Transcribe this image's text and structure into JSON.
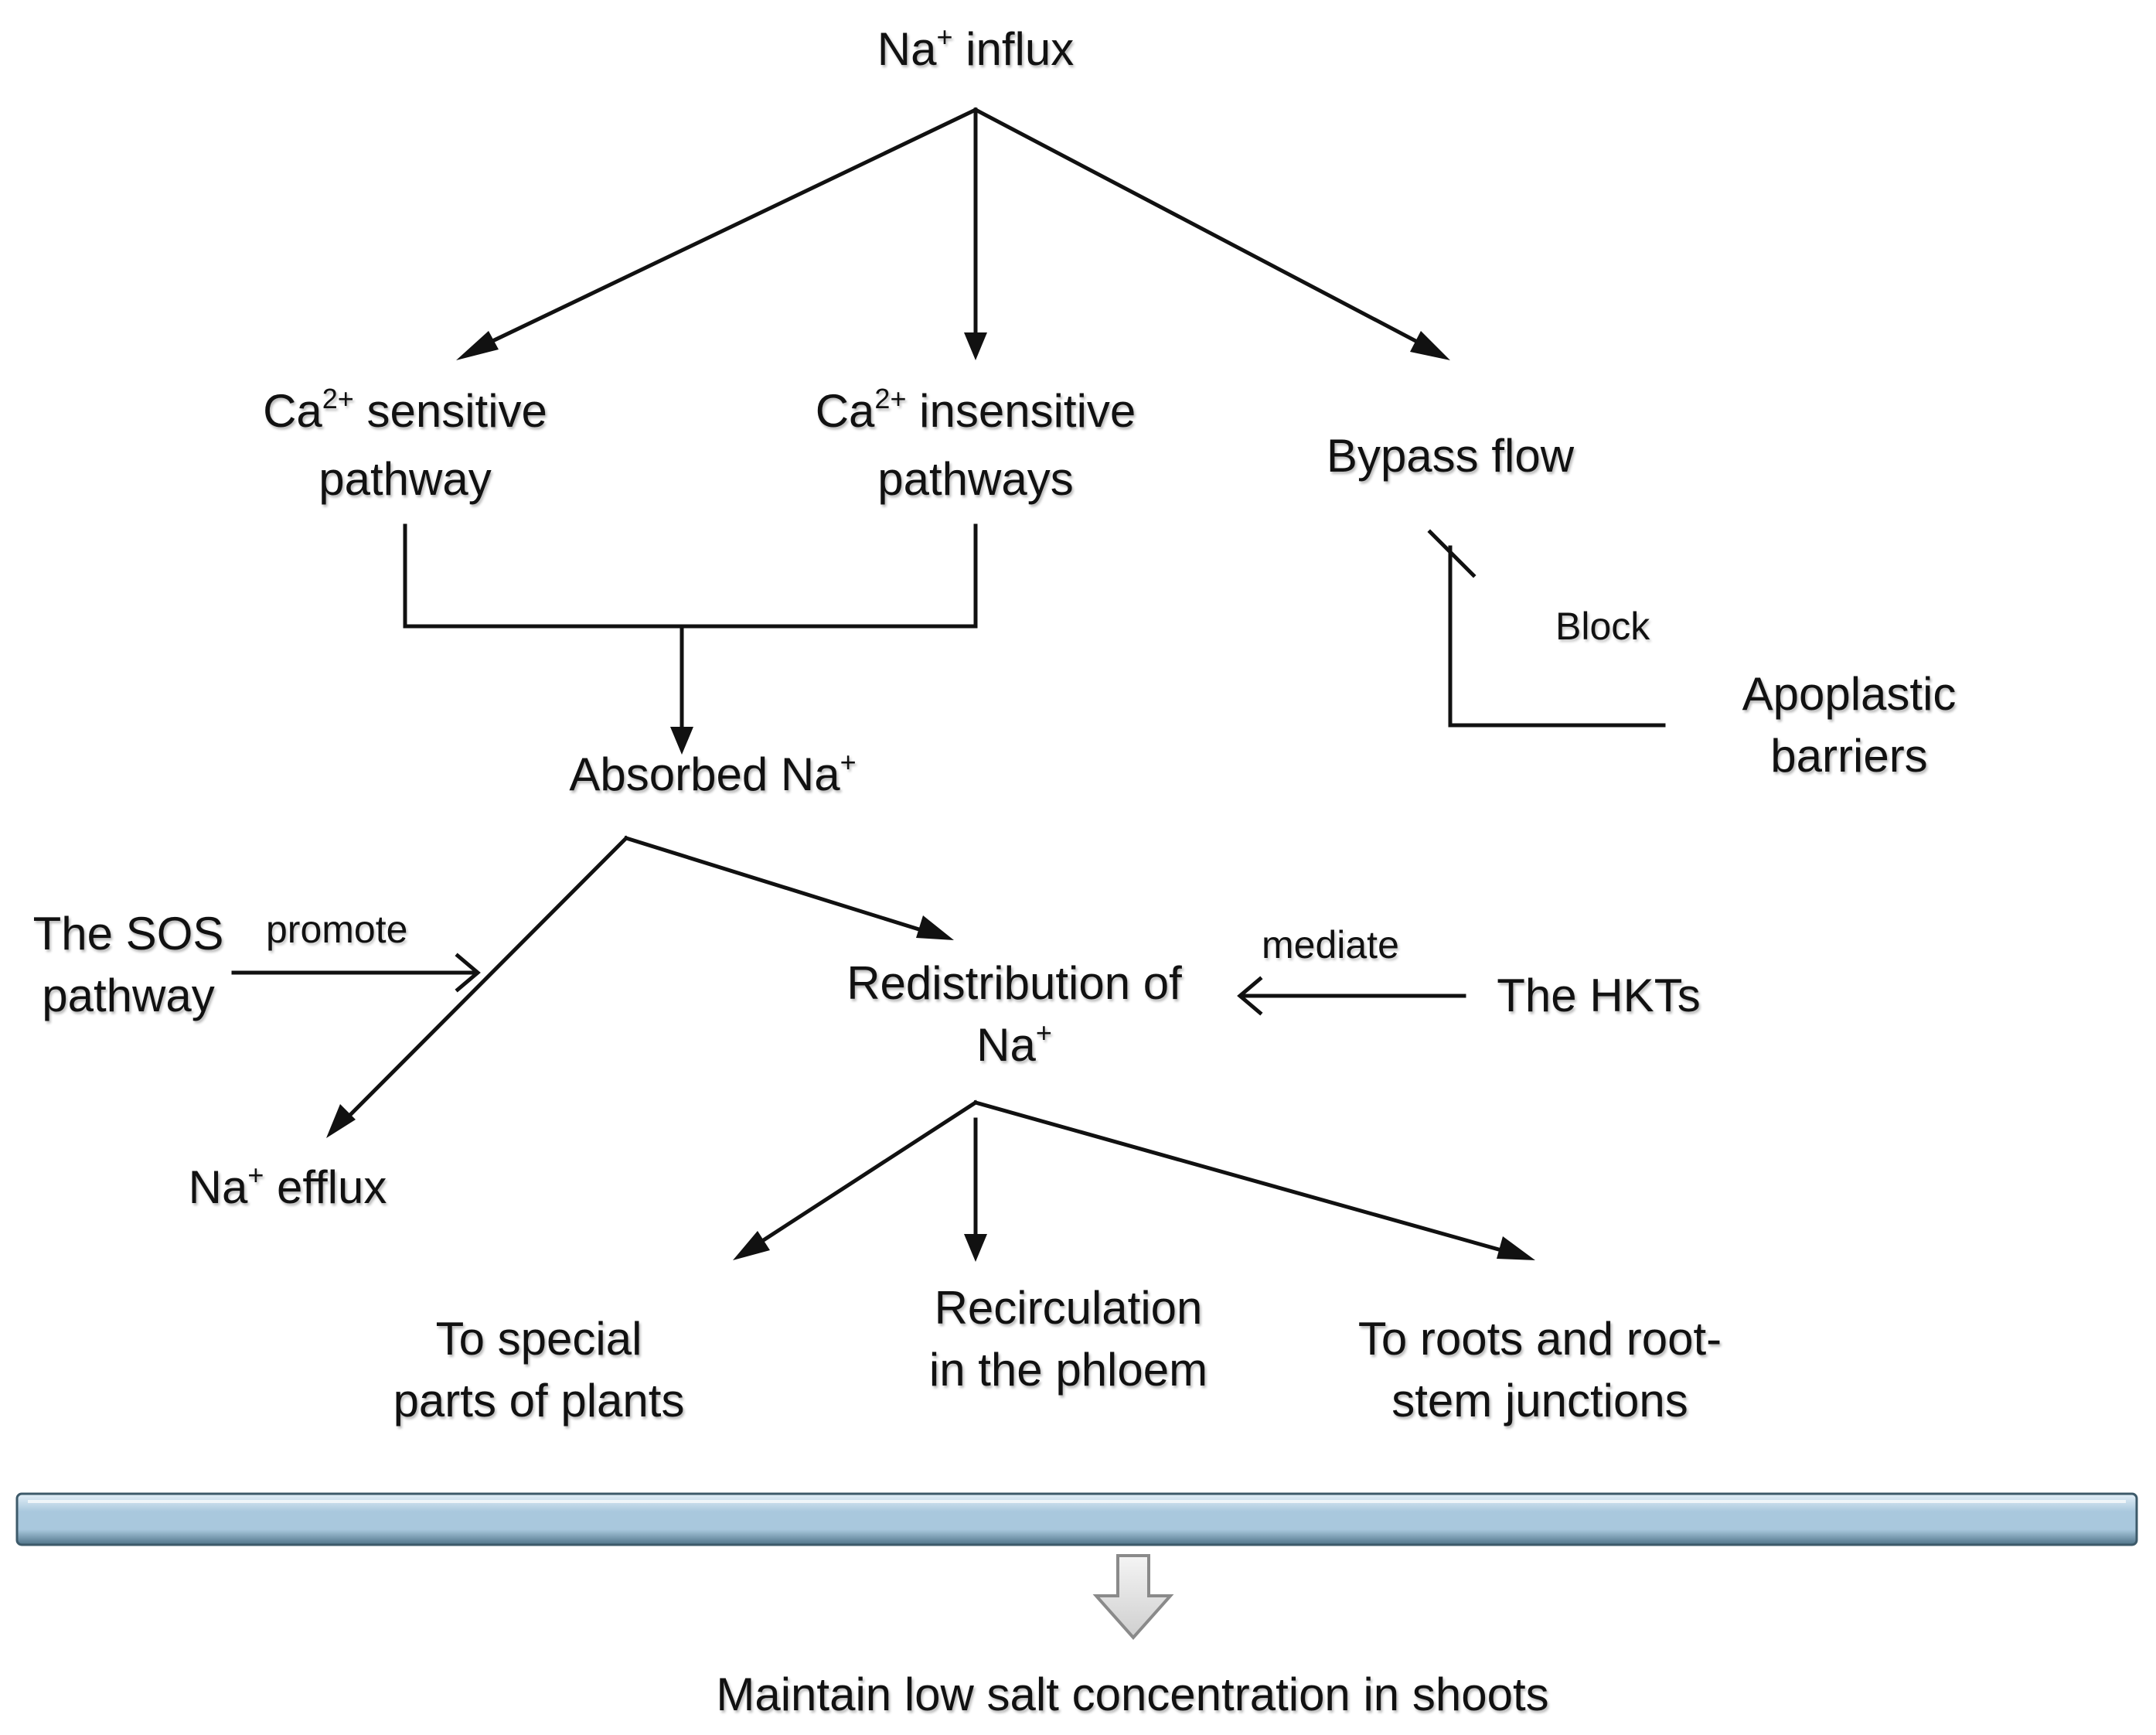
{
  "nodes": {
    "na_influx": {
      "lines": [
        [
          "Na",
          "+",
          " influx"
        ]
      ]
    },
    "ca_sensitive": {
      "lines": [
        [
          "Ca",
          "2+",
          " sensitive"
        ],
        [
          "pathway"
        ]
      ]
    },
    "ca_insensitive": {
      "lines": [
        [
          "Ca",
          "2+",
          " insensitive"
        ],
        [
          "pathways"
        ]
      ]
    },
    "bypass_flow": {
      "lines": [
        [
          "Bypass flow"
        ]
      ]
    },
    "apoplastic": {
      "lines": [
        [
          "Apoplastic"
        ],
        [
          "barriers"
        ]
      ]
    },
    "absorbed_na": {
      "lines": [
        [
          "Absorbed Na",
          "+",
          ""
        ]
      ]
    },
    "sos_pathway": {
      "lines": [
        [
          "The SOS"
        ],
        [
          "pathway"
        ]
      ]
    },
    "redistribution": {
      "lines": [
        [
          "Redistribution of"
        ],
        [
          "Na",
          "+",
          ""
        ]
      ]
    },
    "hkts": {
      "lines": [
        [
          "The HKTs"
        ]
      ]
    },
    "na_efflux": {
      "lines": [
        [
          "Na",
          "+",
          " efflux"
        ]
      ]
    },
    "special_parts": {
      "lines": [
        [
          "To special"
        ],
        [
          "parts of plants"
        ]
      ]
    },
    "recirculation": {
      "lines": [
        [
          "Recirculation"
        ],
        [
          "in the phloem"
        ]
      ]
    },
    "roots_junctions": {
      "lines": [
        [
          "To roots and root-"
        ],
        [
          "stem junctions"
        ]
      ]
    },
    "outcome": {
      "lines": [
        [
          "Maintain low salt concentration in shoots"
        ]
      ]
    }
  },
  "edge_labels": {
    "block": "Block",
    "promote": "promote",
    "mediate": "mediate"
  },
  "colors": {
    "line": "#111111",
    "bar_light": "#e4f0f8",
    "bar_mid": "#a9c8dd",
    "bar_dark": "#4f7388",
    "down_arrow_fill": "#e6e6e6",
    "down_arrow_stroke": "#8a8a8a"
  }
}
